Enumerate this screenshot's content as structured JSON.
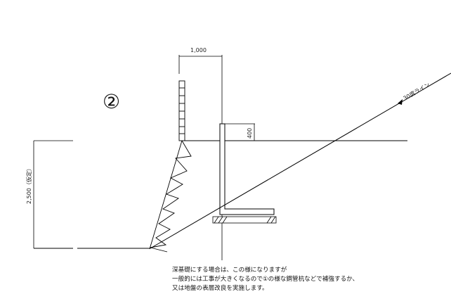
{
  "figure": {
    "section_marker": "②",
    "dim_width": "1,000",
    "dim_height": "400",
    "dim_depth": "2,500（仮定）",
    "line_label": "30度ライン"
  },
  "note": {
    "lines": [
      "深基礎にする場合は、この様になりますが",
      "一般的には工事が大きくなるので①の様な鋼管杭などで補強するか、",
      "又は地盤の表層改良を実施します。"
    ]
  }
}
